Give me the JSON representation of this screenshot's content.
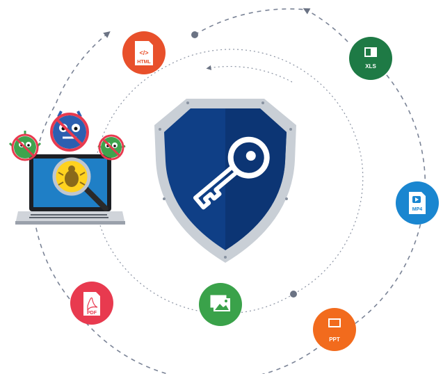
{
  "files": {
    "html": {
      "label": "HTML",
      "glyph": "</>",
      "color": "#e8502b"
    },
    "xls": {
      "label": "XLS",
      "color": "#1e7a45"
    },
    "mp4": {
      "label": "MP4",
      "color": "#1a86d0"
    },
    "ppt": {
      "label": "PPT",
      "color": "#f26b1d"
    },
    "pdf": {
      "label": "PDF",
      "color": "#e83a4f"
    },
    "image": {
      "color": "#3aa24a"
    }
  },
  "colors": {
    "shield_blue": "#0f3f86",
    "shield_rim": "#c9cfd6",
    "laptop_screen": "#1f7fc6",
    "virus_blue": "#2c5fb0",
    "virus_green": "#3fa34d",
    "virus_red": "#e83a4f"
  },
  "icons": [
    "shield-icon",
    "key-icon",
    "laptop-icon",
    "bug-icon",
    "magnifier-icon",
    "virus-icon",
    "html-file-icon",
    "xls-file-icon",
    "mp4-file-icon",
    "ppt-file-icon",
    "pdf-file-icon",
    "image-file-icon"
  ]
}
